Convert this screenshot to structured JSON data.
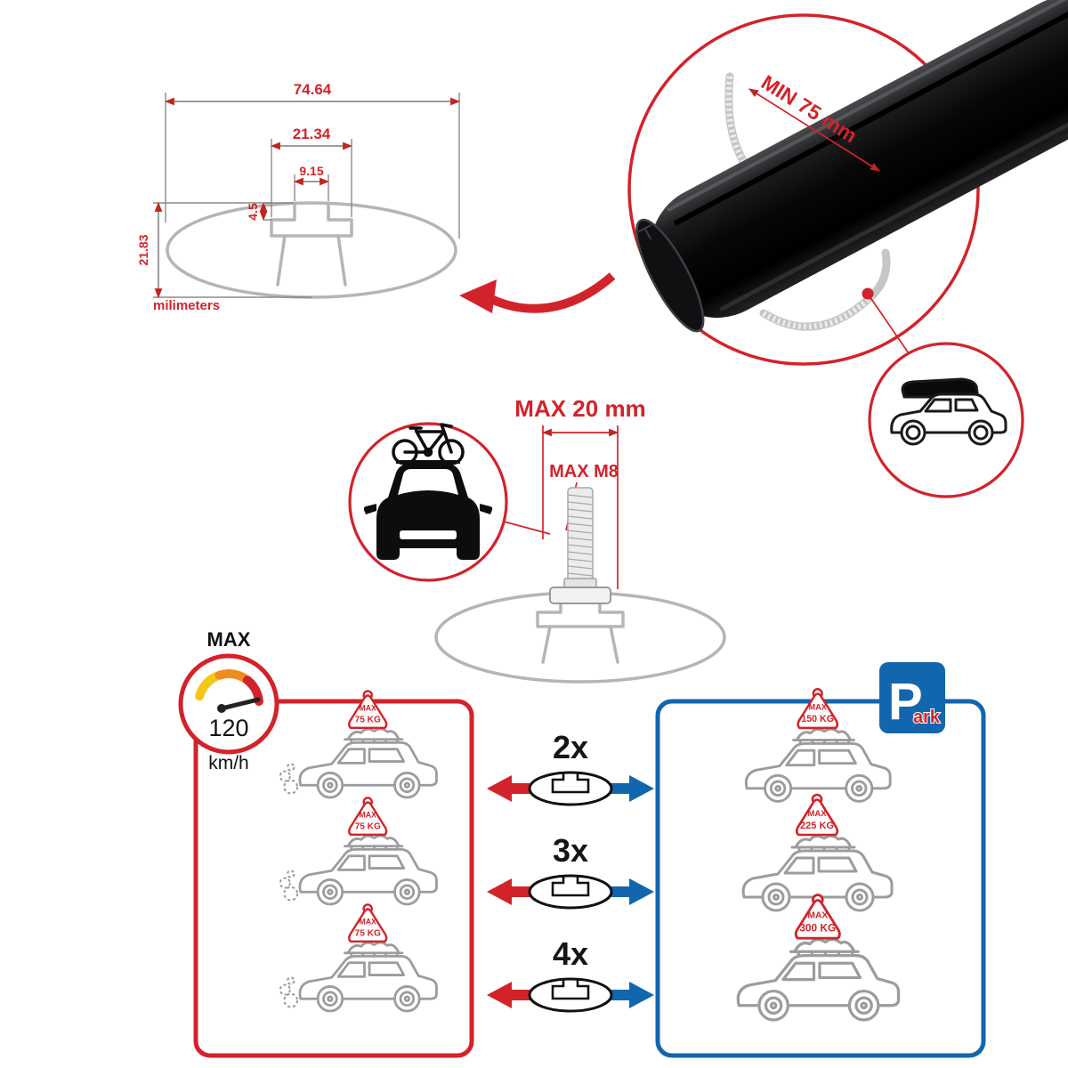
{
  "cross_section": {
    "total_width": "74.64",
    "channel_width": "21.34",
    "slot_width": "9.15",
    "slot_depth": "4.5",
    "total_height": "21.83",
    "units": "milimeters"
  },
  "clamp": {
    "min_span": "MIN 75 mm"
  },
  "bolt": {
    "max_length": "MAX 20 mm",
    "max_thread": "MAX M8"
  },
  "speed_limit": {
    "label": "MAX",
    "value": "120",
    "unit": "km/h"
  },
  "park_sign": {
    "letter": "P",
    "rest": "ark"
  },
  "load_left": {
    "cars": [
      {
        "tag_label": "MAX",
        "weight": "75 KG"
      },
      {
        "tag_label": "MAX",
        "weight": "75 KG"
      },
      {
        "tag_label": "MAX",
        "weight": "75 KG"
      }
    ]
  },
  "multipliers": [
    {
      "label": "2x"
    },
    {
      "label": "3x"
    },
    {
      "label": "4x"
    }
  ],
  "load_right": {
    "cars": [
      {
        "tag_label": "MAX",
        "weight": "150 KG"
      },
      {
        "tag_label": "MAX",
        "weight": "225 KG"
      },
      {
        "tag_label": "MAX",
        "weight": "300 KG"
      }
    ]
  },
  "colors": {
    "red": "#d2232a",
    "blue": "#1266ad"
  }
}
